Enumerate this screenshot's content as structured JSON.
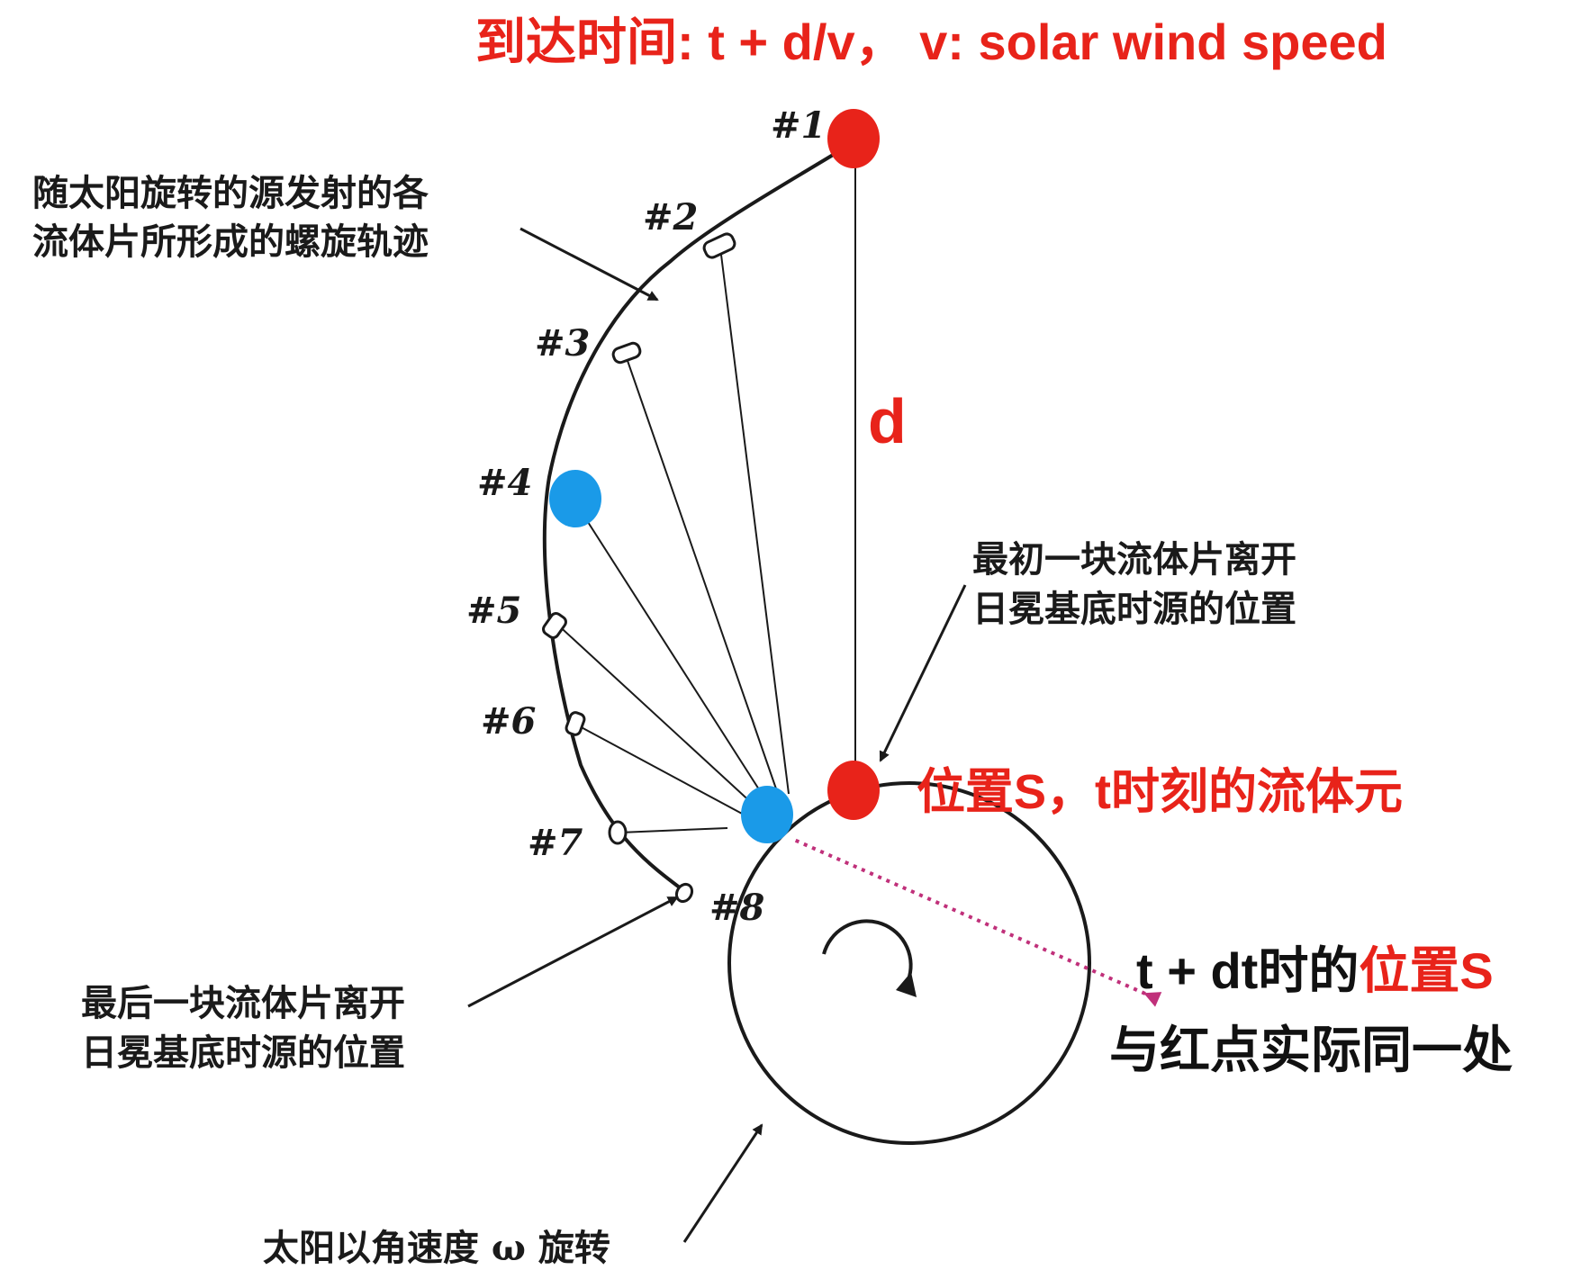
{
  "header": {
    "arrival_time": "到达时间: t + d/v， v: solar wind speed"
  },
  "labels": {
    "d": "d",
    "spiral_title": [
      "随太阳旋转的源发射的各",
      "流体片所形成的螺旋轨迹"
    ],
    "first_parcel": [
      "最初一块流体片离开",
      "日冕基底时源的位置"
    ],
    "last_parcel": [
      "最后一块流体片离开",
      "日冕基底时源的位置"
    ],
    "sun_rotation": "太阳以角速度 ω 旋转",
    "position_s": "位置S，t时刻的流体元",
    "t_dt_prefix": "t + dt时的",
    "t_dt_red": "位置S",
    "same_place": "与红点实际同一处"
  },
  "parcels": [
    "#1",
    "#2",
    "#3",
    "#4",
    "#5",
    "#6",
    "#7",
    "#8"
  ],
  "colors": {
    "red": "#e8231a",
    "blue": "#1a9ae8",
    "magenta": "#c0307a",
    "ink": "#1a1a1a"
  }
}
